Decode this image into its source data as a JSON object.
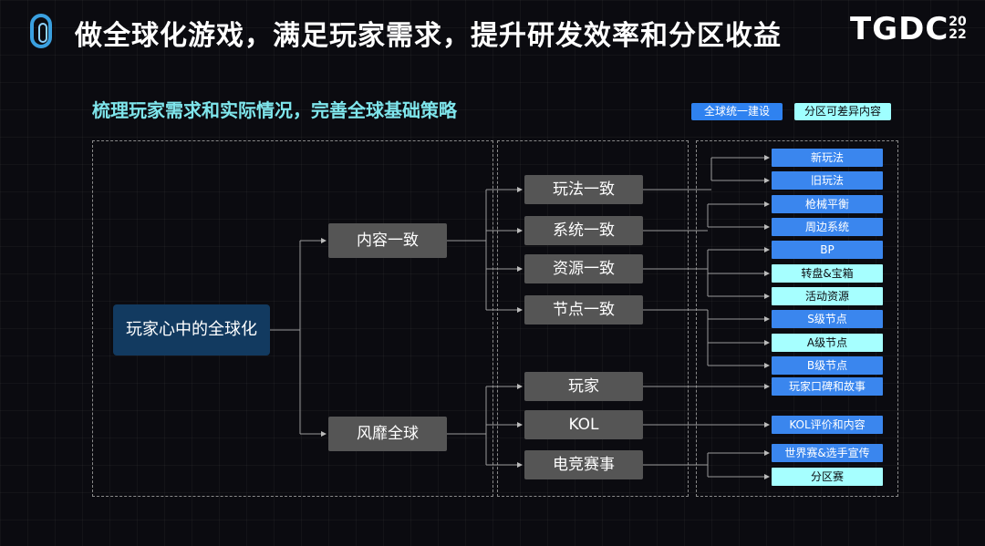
{
  "header": {
    "title": "做全球化游戏，满足玩家需求，提升研发效率和分区收益",
    "brand": "TGDC",
    "year_top": "20",
    "year_bottom": "22"
  },
  "subtitle": "梳理玩家需求和实际情况，完善全球基础策略",
  "legend": {
    "global_label": "全球统一建设",
    "regional_label": "分区可差异内容"
  },
  "diagram": {
    "root": "玩家心中的全球化",
    "branches": [
      {
        "label": "内容一致"
      },
      {
        "label": "风靡全球"
      }
    ],
    "mid_nodes": [
      {
        "label": "玩法一致"
      },
      {
        "label": "系统一致"
      },
      {
        "label": "资源一致"
      },
      {
        "label": "节点一致"
      },
      {
        "label": "玩家"
      },
      {
        "label": "KOL"
      },
      {
        "label": "电竞赛事"
      }
    ],
    "leaves": [
      {
        "label": "新玩法",
        "kind": "global"
      },
      {
        "label": "旧玩法",
        "kind": "global"
      },
      {
        "label": "枪械平衡",
        "kind": "global"
      },
      {
        "label": "周边系统",
        "kind": "global"
      },
      {
        "label": "BP",
        "kind": "global"
      },
      {
        "label": "转盘&宝箱",
        "kind": "regional"
      },
      {
        "label": "活动资源",
        "kind": "regional"
      },
      {
        "label": "S级节点",
        "kind": "global"
      },
      {
        "label": "A级节点",
        "kind": "regional"
      },
      {
        "label": "B级节点",
        "kind": "global"
      },
      {
        "label": "玩家口碑和故事",
        "kind": "global"
      },
      {
        "label": "KOL评价和内容",
        "kind": "global"
      },
      {
        "label": "世界赛&选手宣传",
        "kind": "global"
      },
      {
        "label": "分区赛",
        "kind": "regional"
      }
    ]
  },
  "colors": {
    "global": "#3a86ee",
    "regional": "#a6ffff",
    "root": "#123a60",
    "node": "#555555",
    "subtitle": "#7fe6ec"
  }
}
